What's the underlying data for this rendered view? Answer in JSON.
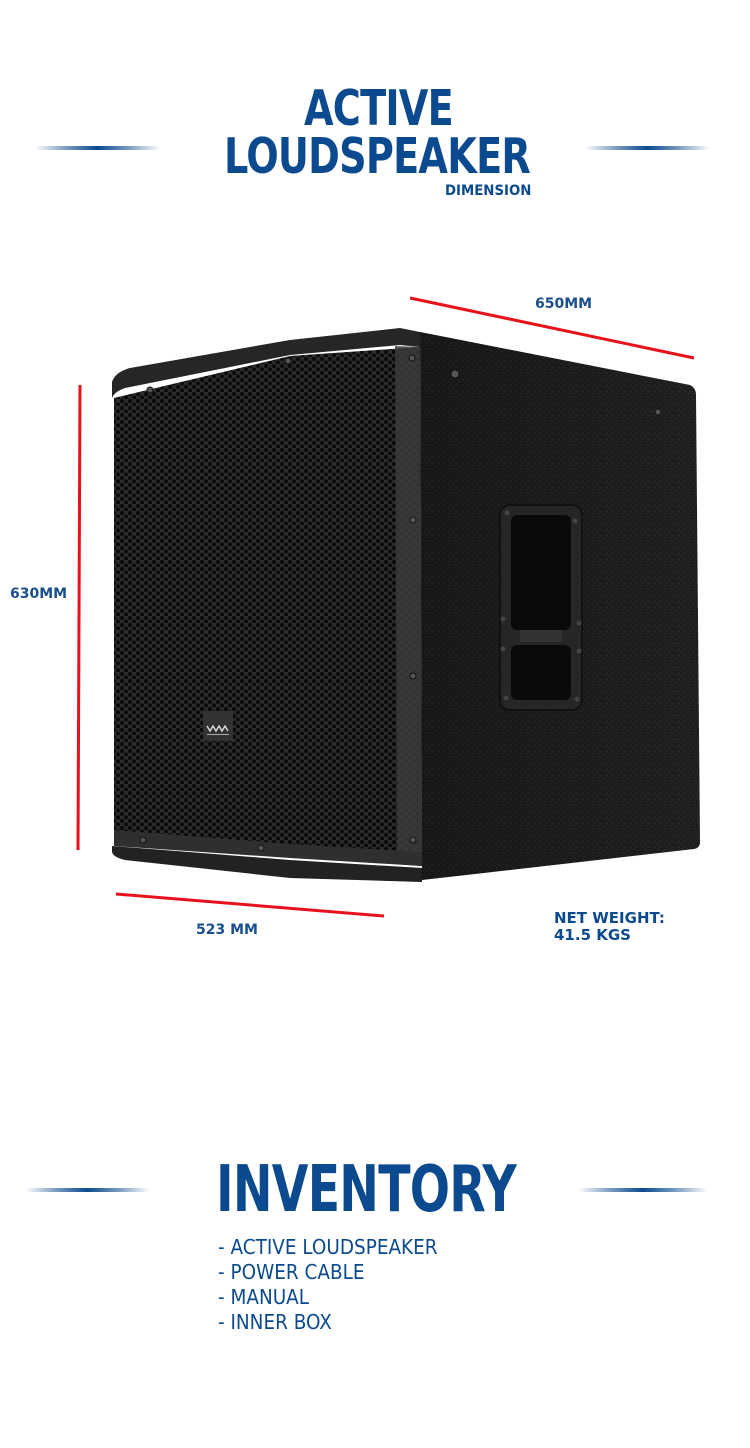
{
  "header": {
    "title_line1": "ACTIVE",
    "title_line2": "LOUDSPEAKER",
    "subtitle": "DIMENSION"
  },
  "dimensions": {
    "depth_label": "650MM",
    "height_label": "630MM",
    "width_label": "523 MM",
    "line_color": "#e8121c"
  },
  "weight": {
    "label": "NET WEIGHT:",
    "value": "41.5 KGS"
  },
  "inventory": {
    "title": "INVENTORY",
    "items": [
      "- ACTIVE LOUDSPEAKER",
      "- POWER CABLE",
      "- MANUAL",
      "- INNER BOX"
    ]
  },
  "colors": {
    "brand_blue": "#0b4a8e",
    "dimension_red": "#e8121c",
    "speaker_body": "#1c1c1c"
  }
}
